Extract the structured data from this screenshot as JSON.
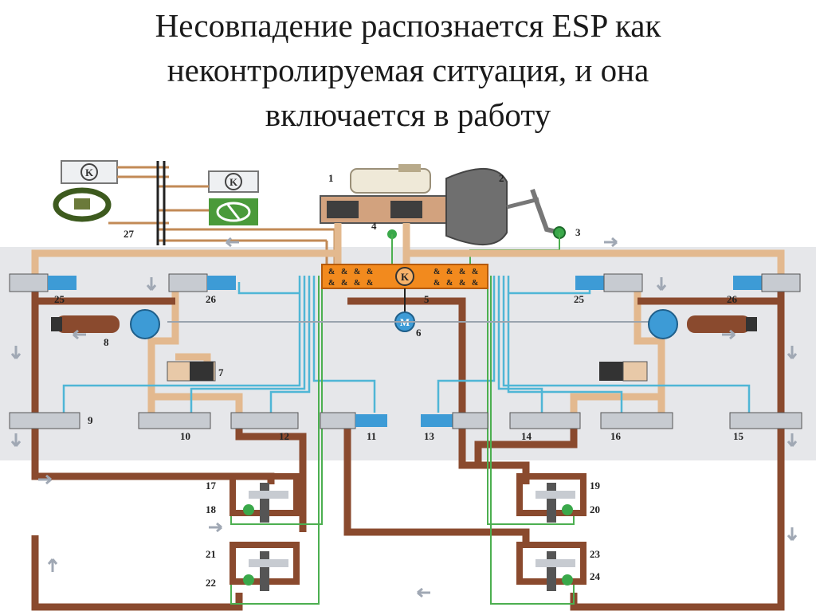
{
  "slide": {
    "title_lines": [
      "Несовпадение распознается ESP как",
      "неконтролируемая ситуация, и она",
      "включается в работу"
    ]
  },
  "diagram": {
    "description_labels": {
      "ecu_symbol": "K",
      "pump_motor_symbol": "M",
      "ecu_contact_symbol": "&"
    },
    "component_numbers": {
      "master_cylinder": "1",
      "brake_booster": "2",
      "brake_pedal_switch": "3",
      "pressure_sensor": "4",
      "hydraulic_unit": "5",
      "pump_motor": "6",
      "damper_left": "7",
      "return_pump": "8",
      "valve_9": "9",
      "valve_10": "10",
      "valve_11": "11",
      "valve_12": "12",
      "valve_13": "13",
      "valve_14": "14",
      "valve_15": "15",
      "valve_16": "16",
      "wheel_17": "17",
      "sensor_18": "18",
      "wheel_19": "19",
      "sensor_20": "20",
      "wheel_21": "21",
      "sensor_22": "22",
      "wheel_23": "23",
      "sensor_24": "24",
      "valve_25_left": "25",
      "valve_26_left": "26",
      "valve_25_right": "25",
      "valve_26_right": "26",
      "can_bus": "27"
    },
    "colors": {
      "brake_line": "#8a4a2e",
      "return_line": "#e3b98f",
      "signal_line": "#4fb6d6",
      "sensor_line": "#4caf50",
      "ecu_box": "#f28a1e",
      "valve_blue": "#3d9bd6",
      "panel_bg": "#e6e7ea",
      "arrow": "#a0a8b4"
    }
  }
}
